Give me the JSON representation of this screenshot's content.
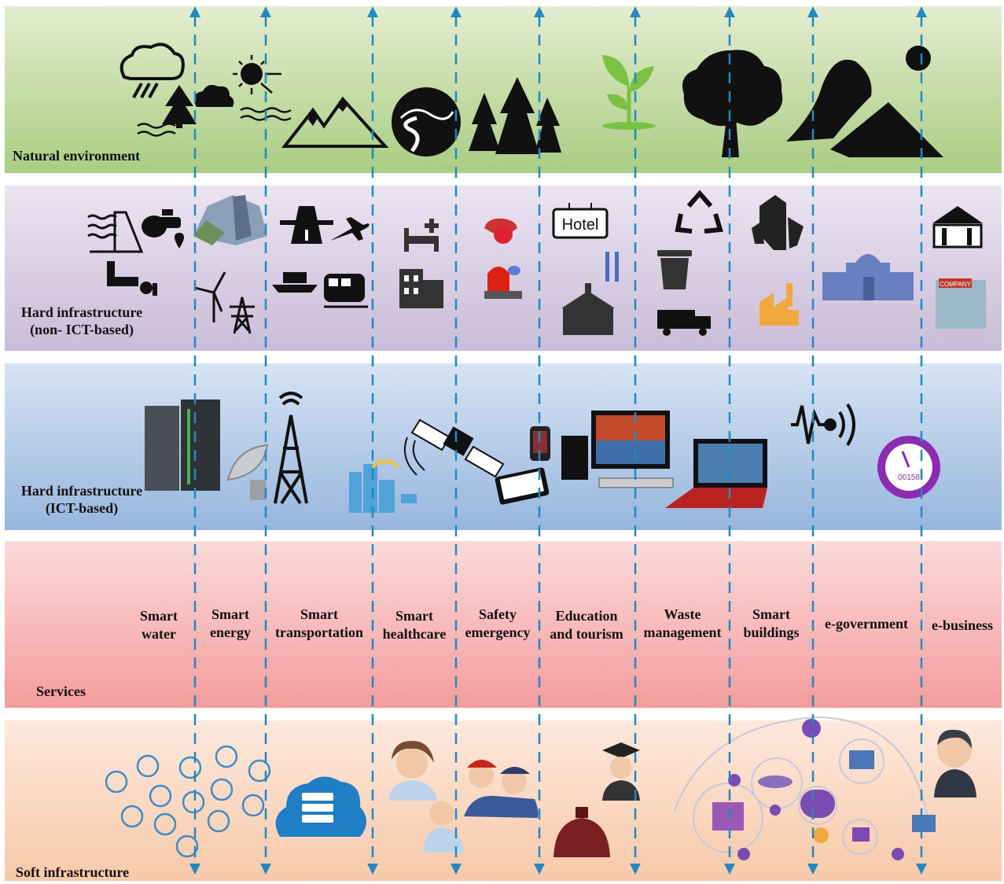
{
  "layers": {
    "natural": "Natural environment",
    "hard_non_ict_line1": "Hard infrastructure",
    "hard_non_ict_line2": "(non- ICT-based)",
    "hard_ict_line1": "Hard infrastructure",
    "hard_ict_line2": "(ICT-based)",
    "services": "Services",
    "soft": "Soft infrastructure"
  },
  "services": [
    {
      "line1": "Smart",
      "line2": "water"
    },
    {
      "line1": "Smart",
      "line2": "energy"
    },
    {
      "line1": "Smart",
      "line2": "transportation"
    },
    {
      "line1": "Smart",
      "line2": "healthcare"
    },
    {
      "line1": "Safety",
      "line2": "emergency"
    },
    {
      "line1": "Education",
      "line2": "and tourism"
    },
    {
      "line1": "Waste",
      "line2": "management"
    },
    {
      "line1": "Smart",
      "line2": "buildings"
    },
    {
      "line1": "e-government",
      "line2": ""
    },
    {
      "line1": "e-business",
      "line2": ""
    }
  ],
  "icons": {
    "hotel_sign": "Hotel",
    "company_sign": "COMPANY",
    "meter_reading": "00158"
  },
  "colors": {
    "arrow": "#1f8ac4",
    "icon_dark": "#111111",
    "plant_green": "#7cc242"
  }
}
